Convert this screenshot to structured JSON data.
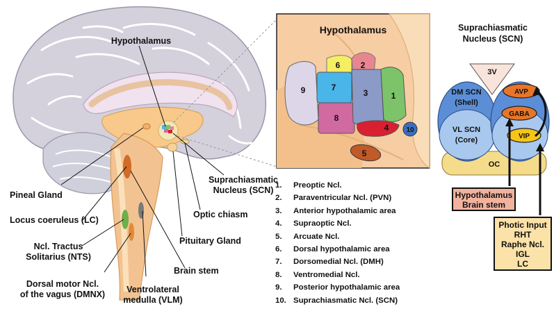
{
  "brain": {
    "hypothalamus_label": "Hypothalamus",
    "pineal": "Pineal Gland",
    "lc": "Locus coeruleus (LC)",
    "nts": [
      "Ncl. Tractus",
      "Solitarius (NTS)"
    ],
    "dmnx": [
      "Dorsal motor Ncl.",
      "of the vagus (DMNX)"
    ],
    "vlm": [
      "Ventrolateral",
      "medulla (VLM)"
    ],
    "brainstem": "Brain stem",
    "pituitary": "Pituitary Gland",
    "optic_chiasm": "Optic chiasm",
    "scn": [
      "Suprachiasmatic",
      "Nucleus (SCN)"
    ]
  },
  "inset": {
    "title": "Hypothalamus",
    "region_numbers": [
      "1",
      "2",
      "3",
      "4",
      "5",
      "6",
      "7",
      "8",
      "9",
      "10"
    ]
  },
  "legend": [
    {
      "num": "1.",
      "label": "Preoptic Ncl."
    },
    {
      "num": "2.",
      "label": "Paraventricular Ncl. (PVN)"
    },
    {
      "num": "3.",
      "label": "Anterior hypothalamic area"
    },
    {
      "num": "4.",
      "label": "Supraoptic Ncl."
    },
    {
      "num": "5.",
      "label": "Arcuate Ncl."
    },
    {
      "num": "6.",
      "label": "Dorsal hypothalamic area"
    },
    {
      "num": "7.",
      "label": "Dorsomedial Ncl. (DMH)"
    },
    {
      "num": "8.",
      "label": "Ventromedial Ncl."
    },
    {
      "num": "9.",
      "label": "Posterior hypothalamic area"
    },
    {
      "num": "10.",
      "label": "Suprachiasmatic Ncl. (SCN)"
    }
  ],
  "scn_panel": {
    "title": [
      "Suprachiasmatic",
      "Nucleus (SCN)"
    ],
    "ventricle": "3V",
    "shell": [
      "DM SCN",
      "(Shell)"
    ],
    "core": [
      "VL SCN",
      "(Core)"
    ],
    "avp": "AVP",
    "gaba": "GABA",
    "vip": "VIP",
    "oc": "OC",
    "input_box": [
      "Hypothalamus",
      "Brain stem"
    ],
    "photic_box": [
      "Photic Input",
      "RHT",
      "Raphe Ncl.",
      "IGL",
      "LC"
    ]
  },
  "colors": {
    "region_1": "#7cc36a",
    "region_2": "#e8868f",
    "region_3": "#8c9ac8",
    "region_4": "#d82030",
    "region_5": "#c05a28",
    "region_6": "#f6ee62",
    "region_7": "#4ab5e8",
    "region_8": "#d06aa0",
    "region_9": "#ddd6e8",
    "region_10": "#3a6fc0",
    "scn_blue": "#5b8ed6",
    "scn_light": "#a9c8ee",
    "avp_orange": "#e87528",
    "vip_yellow": "#f5c518",
    "oc_yellow": "#f5dc8a",
    "input_box_fill": "#f2b39e",
    "photic_box_fill": "#fbe2a8"
  }
}
